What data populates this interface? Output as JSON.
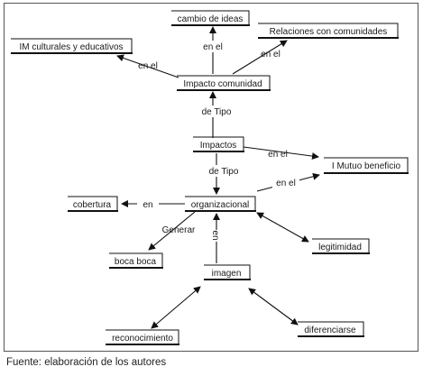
{
  "nodes": {
    "cambio_de_ideas": "cambio de ideas",
    "relaciones_con_comunidades": "Relaciones con comunidades",
    "im_culturales_y_educativos": "IM culturales y educativos",
    "impacto_comunidad": "Impacto comunidad",
    "impactos": "Impactos",
    "mutuo_beneficio": "I Mutuo beneficio",
    "organizacional": "organizacional",
    "cobertura": "cobertura",
    "legitimidad": "legitimidad",
    "boca_boca": "boca boca",
    "imagen": "imagen",
    "reconocimiento": "reconocimiento",
    "diferenciarse": "diferenciarse"
  },
  "edge_labels": {
    "en_el_cambio": "en el",
    "en_el_relaciones": "en el",
    "en_el_im": "en el",
    "de_tipo_upper": "de Tipo",
    "en_el_mutuo": "en el",
    "de_tipo_lower": "de Tipo",
    "en_el_org_mutuo": "en el",
    "en_cobertura": "en",
    "generar": "Generar",
    "en_imagen": "en"
  },
  "caption": "Fuente: elaboración de los autores"
}
